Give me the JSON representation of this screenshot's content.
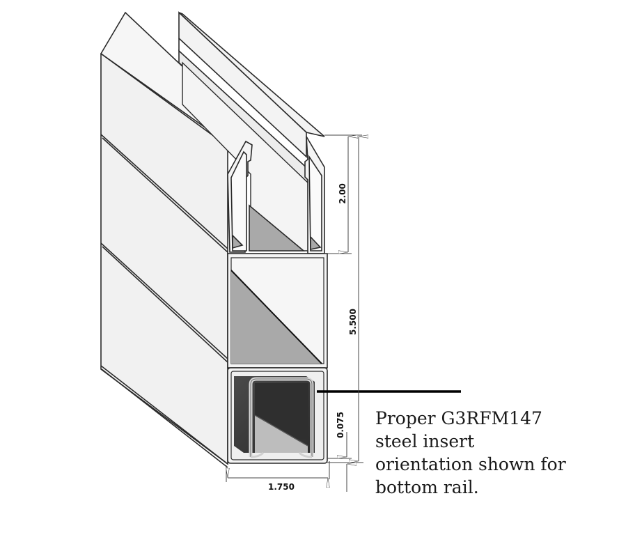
{
  "diagram": {
    "subject": "Rail extrusion profile with steel insert",
    "dimensions": {
      "top_channel_height": "2.00",
      "overall_height": "5.500",
      "wall_thickness": "0.075",
      "width": "1.750"
    },
    "caption": {
      "lines": [
        "Proper G3RFM147",
        "steel insert",
        "orientation shown for",
        "bottom rail."
      ]
    },
    "colors": {
      "profile_face": "#f1f1f1",
      "profile_outline": "#2a2a2a",
      "cavity_shadow": "#a9a9a9",
      "steel_insert": "#3a3a3a",
      "leader_line": "#000000",
      "dimension_line": "#444444"
    }
  }
}
